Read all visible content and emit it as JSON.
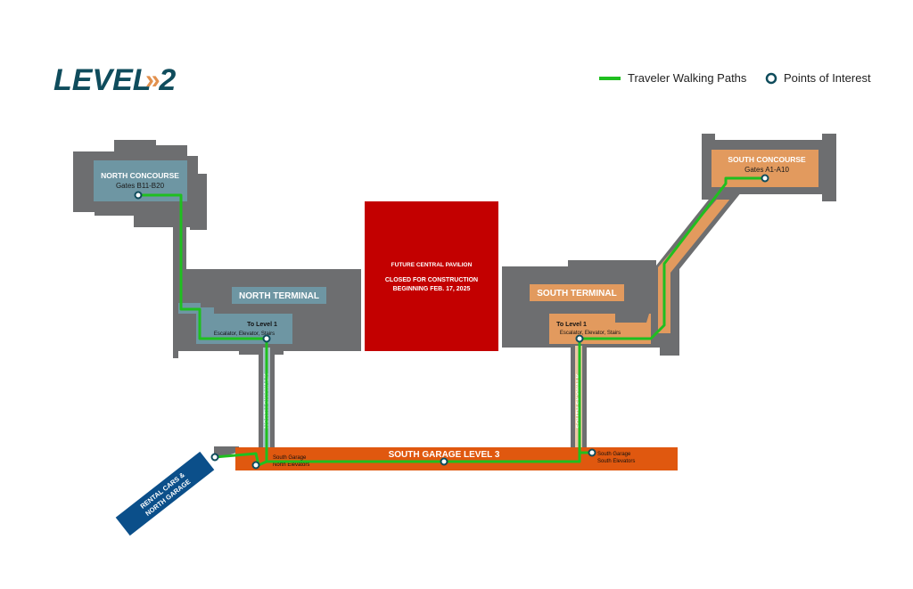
{
  "title": "LEVEL 2",
  "title_arrows": "»",
  "legend": {
    "walking_paths": "Traveler Walking Paths",
    "points_of_interest": "Points of Interest"
  },
  "north_concourse": {
    "name": "NORTH CONCOURSE",
    "gates": "Gates B11-B20"
  },
  "south_concourse": {
    "name": "SOUTH CONCOURSE",
    "gates": "Gates A1-A10"
  },
  "north_terminal": {
    "name": "NORTH TERMINAL",
    "to_level": "To Level 1",
    "access": "Escalator, Elevator, Stairs"
  },
  "south_terminal": {
    "name": "SOUTH TERMINAL",
    "to_level": "To Level 1",
    "access": "Escalator, Elevator, Stairs"
  },
  "pavilion": {
    "name": "FUTURE CENTRAL PAVILION",
    "line1": "CLOSED FOR CONSTRUCTION",
    "line2": "BEGINNING FEB. 17, 2025"
  },
  "north_skywalk": "NORTH SKYWALK",
  "south_skywalk": "SOUTH SKYWALK",
  "garage": {
    "name": "SOUTH GARAGE LEVEL 3",
    "north_elev_1": "South Garage",
    "north_elev_2": "North Elevators",
    "south_elev_1": "South Garage",
    "south_elev_2": "South Elevators"
  },
  "rental": {
    "line1": "RENTAL CARS &",
    "line2": "NORTH GARAGE"
  },
  "colors": {
    "building": "#6d6e70",
    "north_area": "#6e96a3",
    "south_area": "#e29a5e",
    "pavilion": "#c30000",
    "garage": "#e0580f",
    "path": "#1fbf1f",
    "rental": "#0b4f8a",
    "title": "#0f4c5c",
    "title_arrows": "#e2904d"
  }
}
